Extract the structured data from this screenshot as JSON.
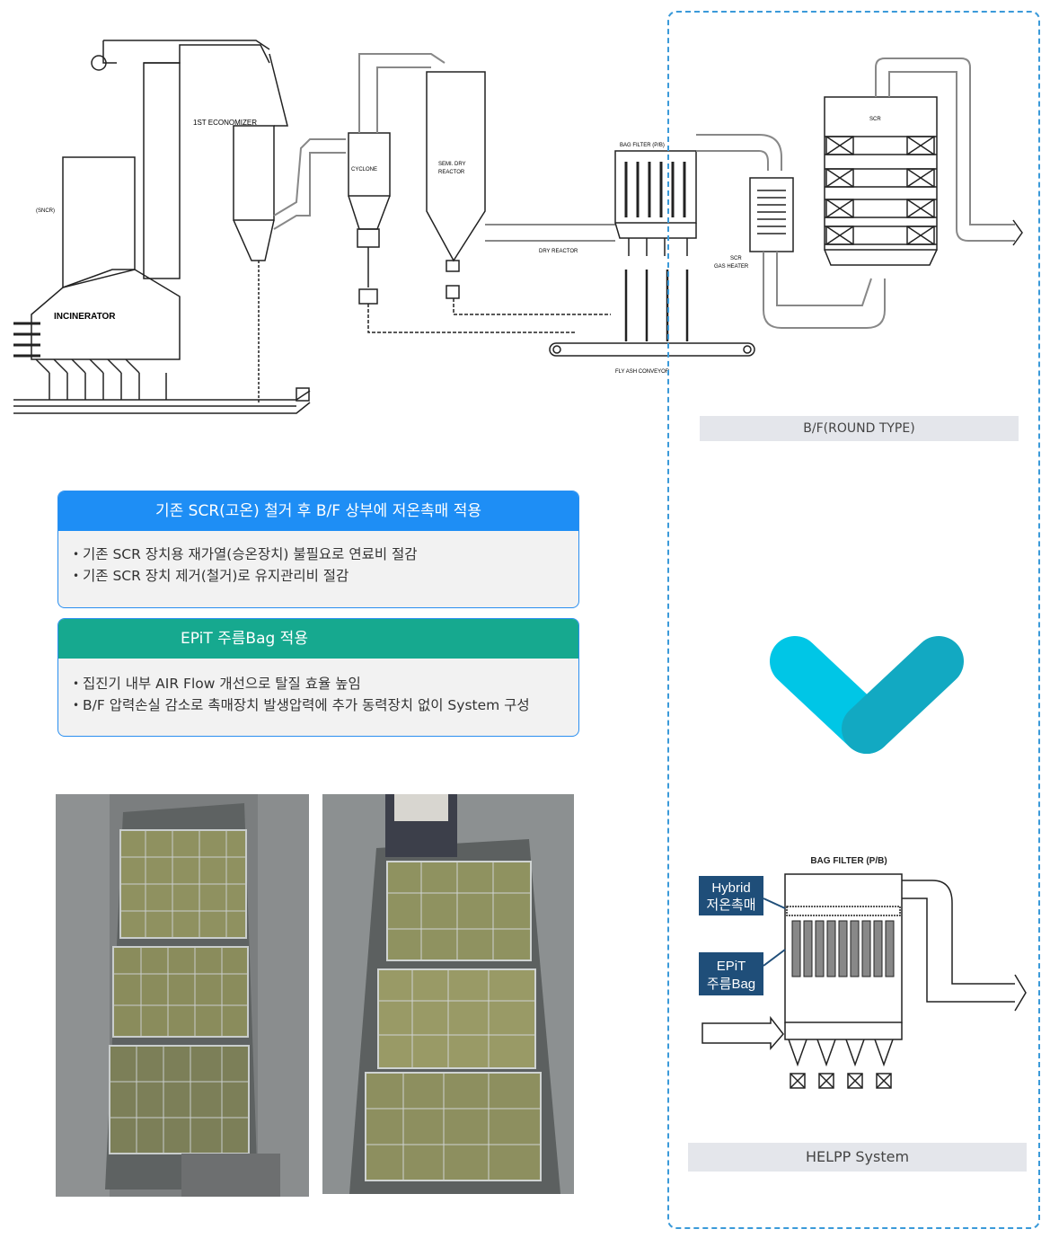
{
  "process_diagram": {
    "labels": {
      "economizer": "1ST ECONOMIZER",
      "sncr": "(SNCR)",
      "incinerator": "INCINERATOR",
      "cyclone": "CYCLONE",
      "semi_dry_1": "SEMI. DRY",
      "semi_dry_2": "REACTOR",
      "dry_reactor": "DRY REACTOR",
      "bag_filter": "BAG FILTER (P/B)",
      "fly_ash": "FLY ASH CONVEYOR",
      "scr": "SCR",
      "scr_heater_1": "SCR",
      "scr_heater_2": "GAS HEATER"
    }
  },
  "caption_top": "B/F(ROUND TYPE)",
  "caption_bottom": "HELPP System",
  "card1": {
    "title": "기존 SCR(고온) 철거 후 B/F 상부에 저온촉매 적용",
    "bullets": [
      "기존 SCR  장치용 재가열(승온장치) 불필요로 연료비 절감",
      "기존 SCR  장치 제거(철거)로 유지관리비 절감"
    ]
  },
  "card2": {
    "title": "EPiT 주름Bag 적용",
    "bullets": [
      "집진기 내부 AIR Flow 개선으로 탈질 효율 높임",
      "B/F 압력손실 감소로 촉매장치 발생압력에 추가 동력장치 없이 System 구성"
    ]
  },
  "helpp_diagram": {
    "title": "BAG FILTER (P/B)",
    "label_hybrid_1": "Hybrid",
    "label_hybrid_2": "저온촉매",
    "label_epit_1": "EPiT",
    "label_epit_2": "주름Bag"
  },
  "colors": {
    "blue_header": "#1e8ef5",
    "green_header": "#16a98f",
    "arrow_top": "#29b0c6",
    "arrow_bottom": "#00c4e4",
    "dashed_frame": "#3b9ad9",
    "label_box": "#1f4e79"
  }
}
